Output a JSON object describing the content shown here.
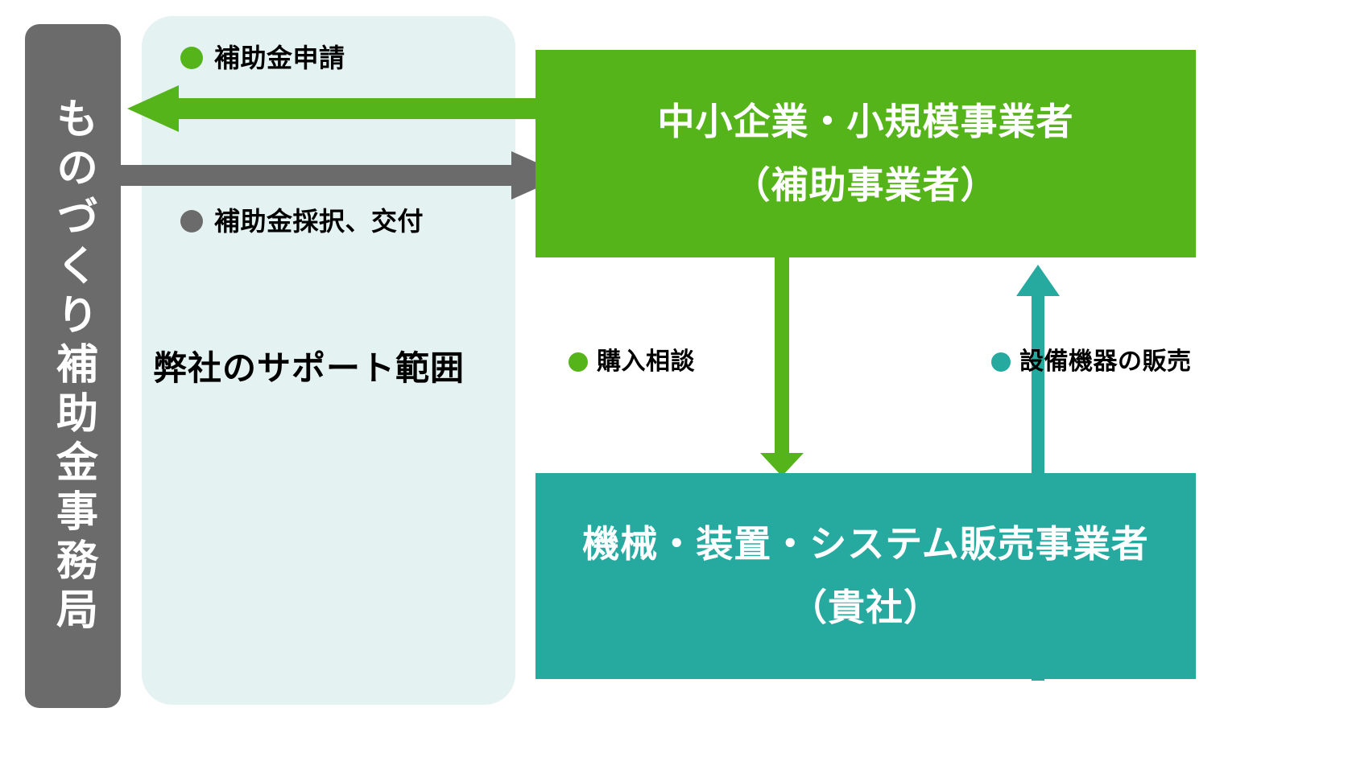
{
  "diagram": {
    "title_vertical_bar": "ものづくり補助金事務局",
    "scope_panel": {
      "title": "弊社のサポート範囲",
      "legends": [
        {
          "key": "apply",
          "label": "補助金申請",
          "color": "#55B41A"
        },
        {
          "key": "grant",
          "label": "補助金採択、交付",
          "color": "#6B6B6B"
        }
      ]
    },
    "boxes": {
      "sme": {
        "line1": "中小企業・小規模事業者",
        "line2": "（補助事業者）",
        "color": "#55B41A"
      },
      "vendor": {
        "line1": "機械・装置・システム販売事業者",
        "line2": "（貴社）",
        "color": "#26AAA0"
      }
    },
    "flow_legends": [
      {
        "key": "consult",
        "label": "購入相談",
        "color": "#55B41A"
      },
      {
        "key": "sale",
        "label": "設備機器の販売",
        "color": "#26AAA0"
      }
    ],
    "arrows": [
      {
        "name": "application-arrow",
        "direction": "left",
        "color": "#55B41A",
        "from": "中小企業・小規模事業者",
        "to": "ものづくり補助金事務局",
        "meaning": "補助金申請"
      },
      {
        "name": "grant-arrow",
        "direction": "right",
        "color": "#6B6B6B",
        "from": "ものづくり補助金事務局",
        "to": "中小企業・小規模事業者",
        "meaning": "補助金採択、交付"
      },
      {
        "name": "consult-arrow",
        "direction": "down",
        "color": "#55B41A",
        "from": "中小企業・小規模事業者",
        "to": "機械・装置・システム販売事業者",
        "meaning": "購入相談"
      },
      {
        "name": "sale-arrow",
        "direction": "up",
        "color": "#26AAA0",
        "from": "機械・装置・システム販売事業者",
        "to": "中小企業・小規模事業者",
        "meaning": "設備機器の販売"
      }
    ],
    "colors": {
      "agency_gray": "#6B6B6B",
      "panel_bg": "#E4F2F1",
      "green": "#55B41A",
      "teal": "#26AAA0",
      "text_dark": "#000000",
      "text_light": "#FFFFFF",
      "page_bg": "#FFFFFF"
    }
  }
}
